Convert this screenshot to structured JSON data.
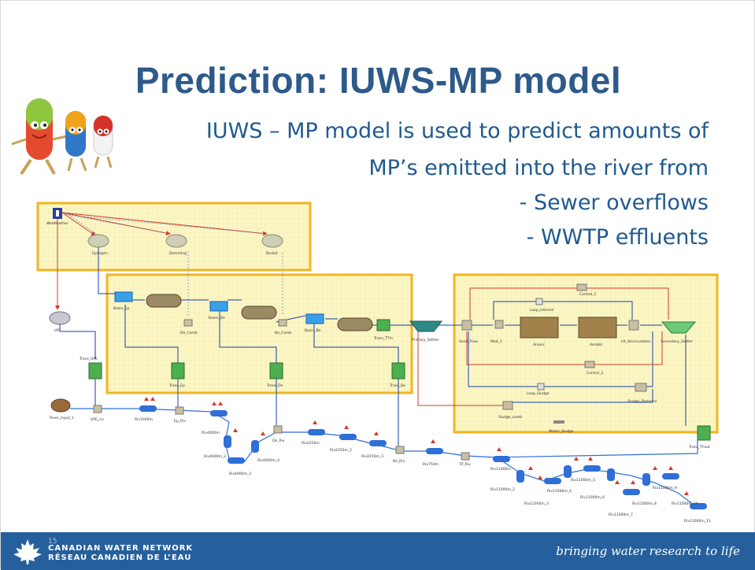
{
  "slide": {
    "title": "Prediction: IUWS-MP model",
    "body_lines": [
      "IUWS – MP model is used to predict amounts of",
      "MP’s emitted into the river from",
      "- Sewer overflows",
      "- WWTP effluents"
    ],
    "page_number": "15"
  },
  "footer": {
    "org_line1": "CANADIAN WATER NETWORK",
    "org_line2": "RÉSEAU CANADIEN DE L’EAU",
    "slogan": "bringing water research to life"
  },
  "diagram": {
    "labels": {
      "wetweather": "WetWeather",
      "epangen": "Epangen",
      "demming": "Demming",
      "berkot": "Berkot",
      "upe": "UPE",
      "basin_ep": "Basin_Ep",
      "basin_de": "Basin_De",
      "basin_be": "Basin_Be",
      "de_comb": "De_Comb",
      "be_comb": "Be_Comb",
      "trans_ttm": "Trans_TTm",
      "trans_ep": "Trans_Ep",
      "trans_de": "Trans_De",
      "trans_be": "Trans_Be",
      "trans_upe": "Trans_UPE",
      "primary_settler": "Primary_Settler",
      "sand_flow": "Sand_Flow",
      "mod_1": "Mod_1",
      "anoxic": "Anoxic",
      "aerobic": "Aerobic",
      "int_recirculation": "Int_Recirculation",
      "secondary_settler": "Secondary_Settler",
      "control_1": "Control_1",
      "control_2": "Control_2",
      "loop_internal": "Loop_Internal",
      "loop_sludge": "Loop_Sludge",
      "sludge_removal": "Sludge_Removal",
      "sludge_comb": "Sludge_comb",
      "waste_sludge": "Waste_Sludge",
      "trans_tfout": "Trans_TFout",
      "river_input": "River_input_1",
      "upe_riv": "UPE_riv",
      "riv1000m": "Riv1000m",
      "ep_riv": "Ep_Riv",
      "riv4000m": "Riv4000m",
      "riv4000m_2": "Riv4000m_2",
      "riv4000m_3": "Riv4000m_3",
      "riv4000m_4": "Riv4000m_4",
      "de_riv": "De_Riv",
      "riv2250m": "Riv2250m",
      "riv2250m_2": "Riv2250m_2",
      "riv2250m_3": "Riv2250m_3",
      "be_riv": "Be_Riv",
      "riv750m": "Riv750m",
      "tp_riv": "TP_Riv",
      "riv11000m": "Riv11000m",
      "riv11000m_2": "Riv11000m_2",
      "riv11000m_3": "Riv11000m_3",
      "riv11000m_4": "Riv11000m_4",
      "riv11000m_5": "Riv11000m_5",
      "riv11000m_6": "Riv11000m_6",
      "riv11000m_7": "Riv11000m_7",
      "riv11000m_8": "Riv11000m_8",
      "riv11000m_9": "Riv11000m_9",
      "riv11000m_10": "Riv11000m_10",
      "riv11000m_11": "Riv11000m_11"
    },
    "colors": {
      "highlight_fill": "#fbf6c4",
      "highlight_border": "#f2b521",
      "river_blue": "#2f6fd6",
      "wwtp_blue": "#1a3fb0",
      "overflow_red": "#d23a2a",
      "transport_green": "#4caf50"
    }
  }
}
